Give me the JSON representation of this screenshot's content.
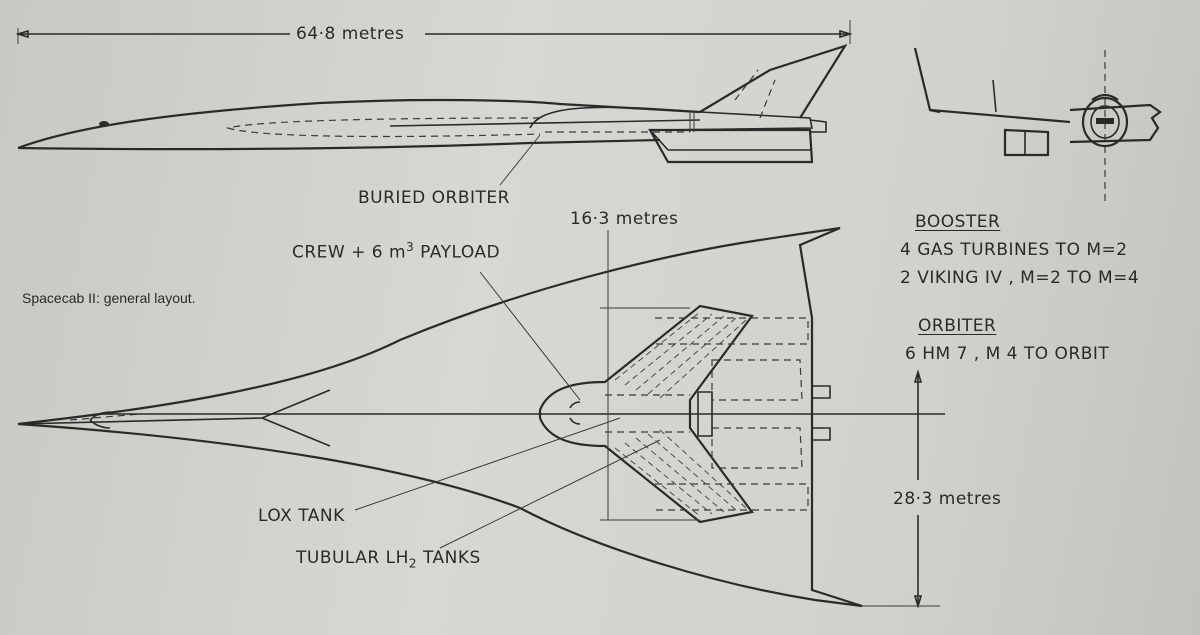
{
  "figure": {
    "caption": "Spacecab II: general layout.",
    "dimensions": {
      "length": "64·8 metres",
      "orbiter_span": "16·3 metres",
      "booster_span": "28·3 metres"
    },
    "callouts": {
      "buried_orbiter": "BURIED ORBITER",
      "crew_payload_prefix": "CREW + 6 m",
      "crew_payload_sup": "3",
      "crew_payload_suffix": " PAYLOAD",
      "lox_tank": "LOX TANK",
      "lh2_prefix": "TUBULAR LH",
      "lh2_sub": "2",
      "lh2_suffix": " TANKS"
    },
    "booster": {
      "heading": "BOOSTER",
      "lines": [
        "4  GAS TURBINES TO M=2",
        "2  VIKING IV , M=2  TO M=4"
      ]
    },
    "orbiter": {
      "heading": "ORBITER",
      "line": "6   HM 7 , M 4  TO ORBIT"
    }
  }
}
